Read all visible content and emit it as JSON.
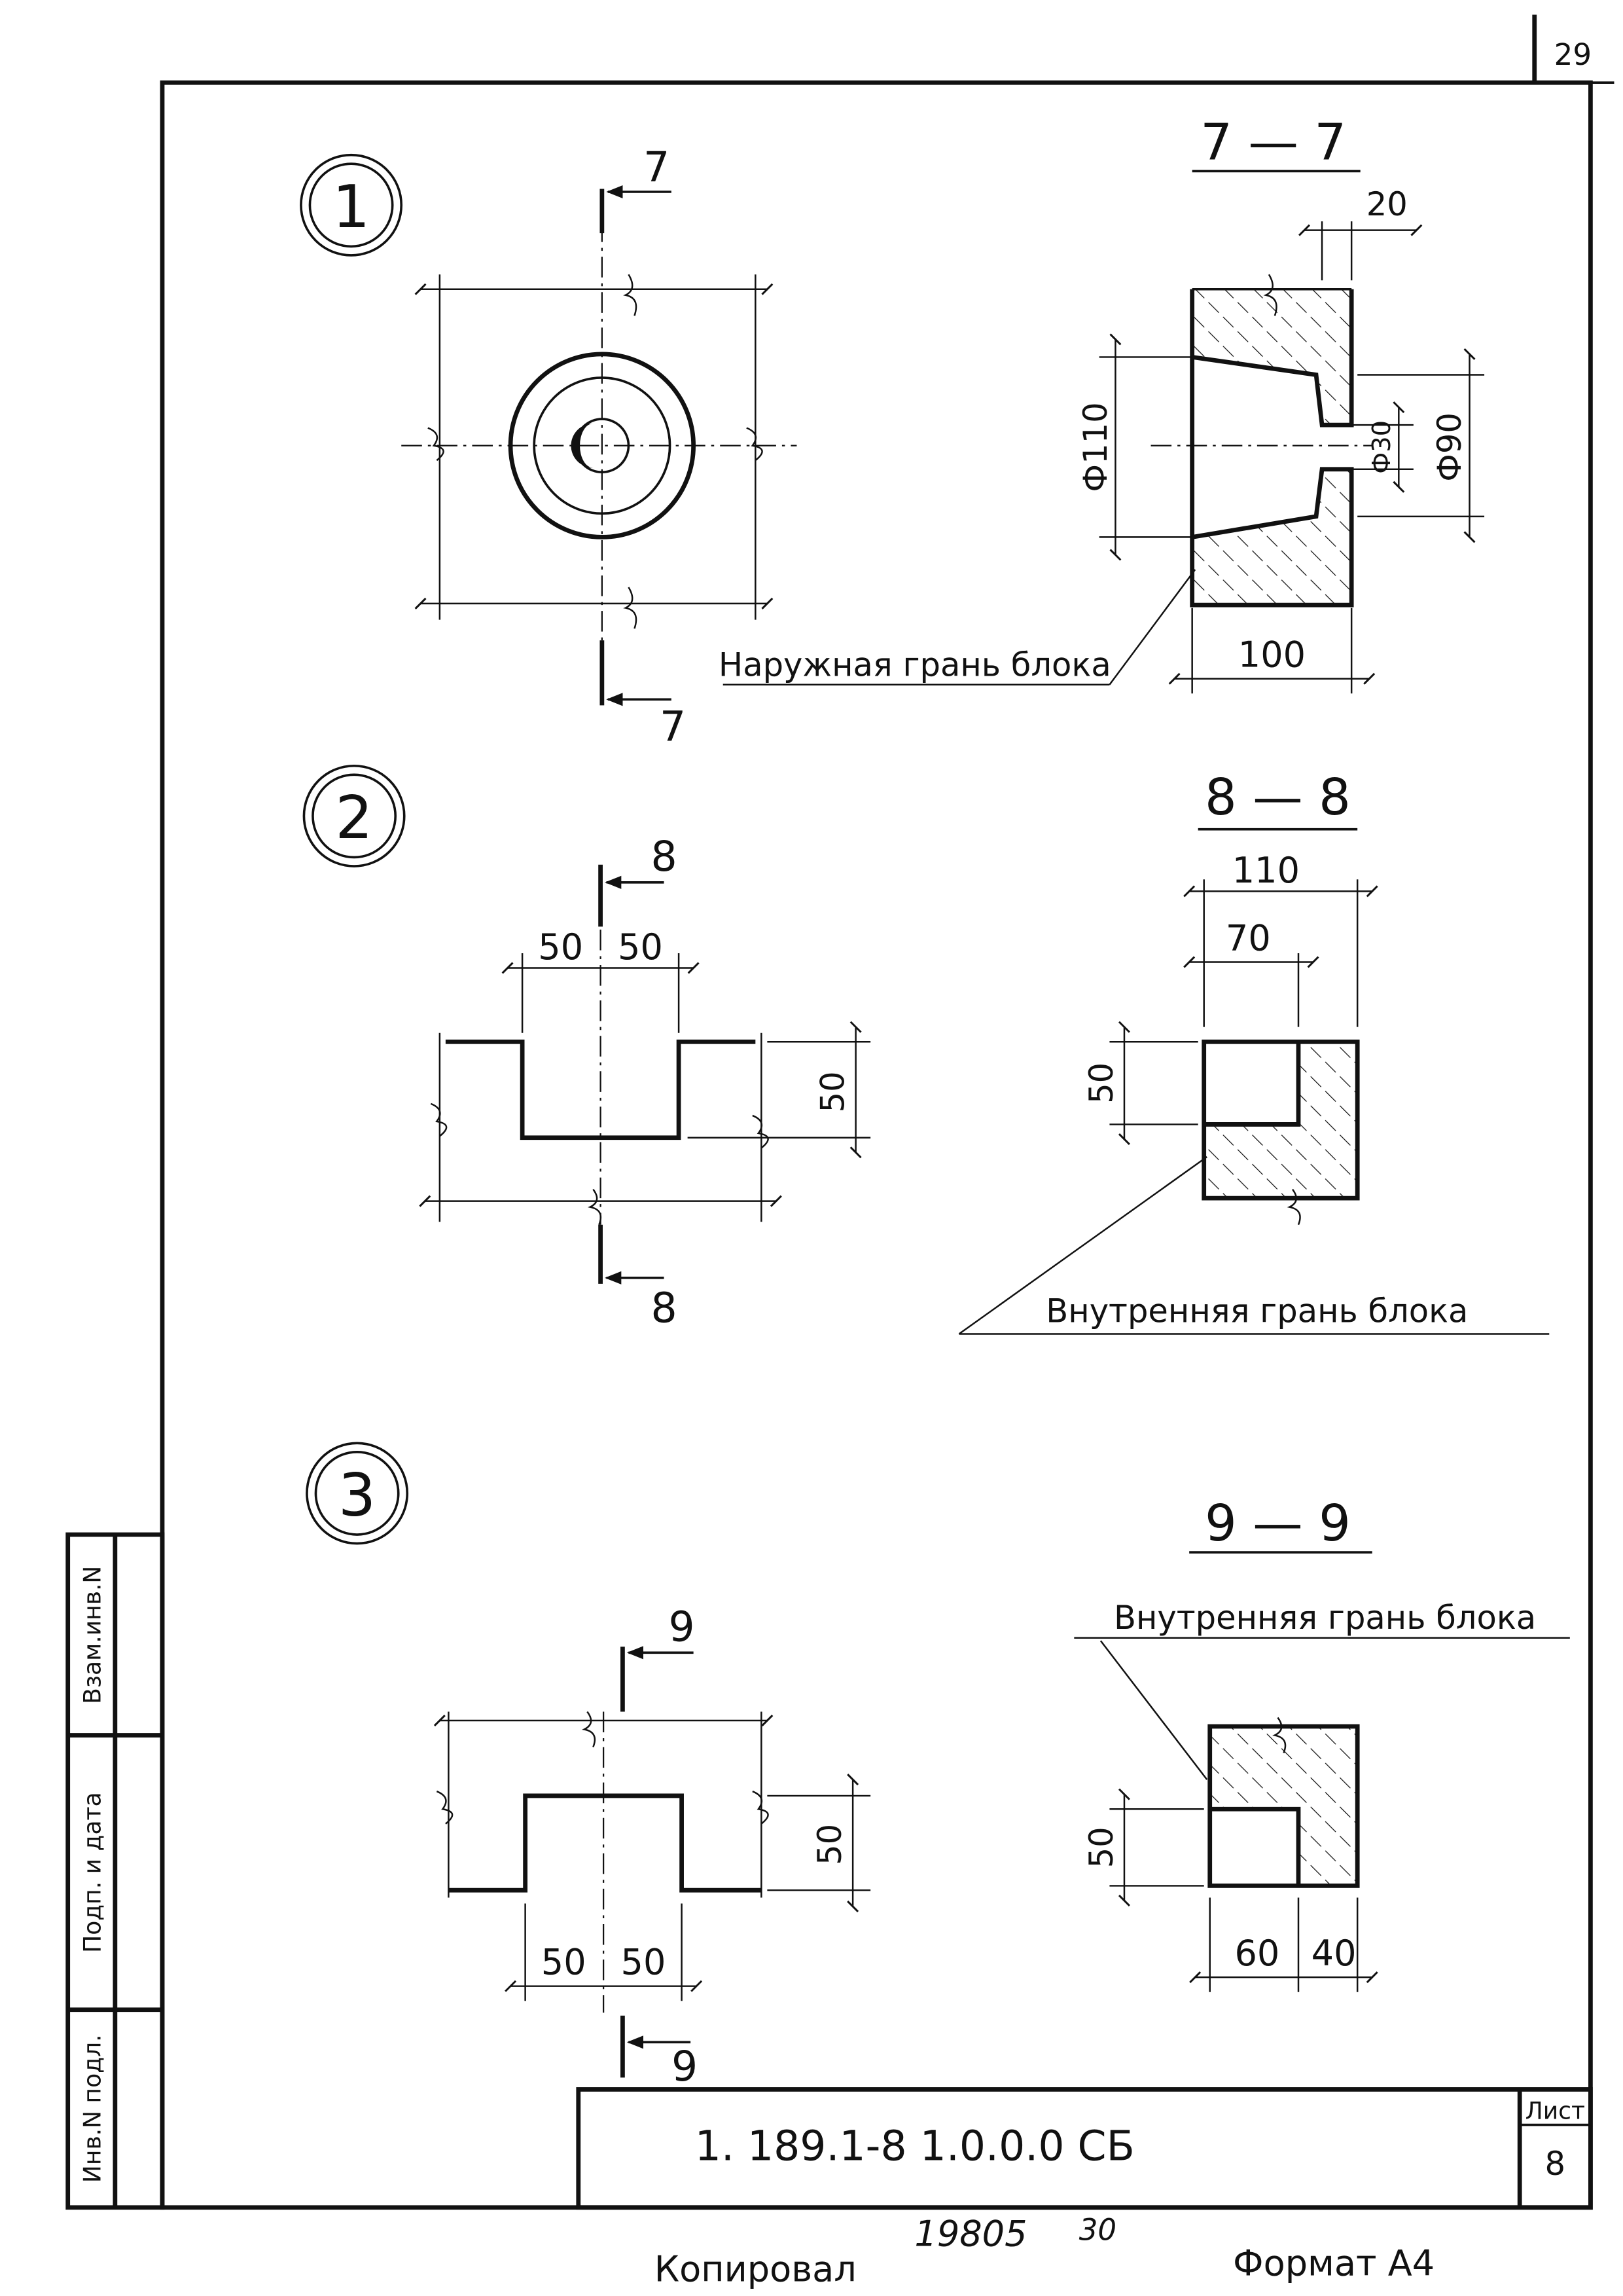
{
  "sheet_number": "29",
  "details": [
    {
      "marker": "1",
      "section_label": "7",
      "section_title": "7 — 7",
      "dims": {
        "top": "20",
        "diameter_outer": "Ф110",
        "diameter_mid": "Ф90",
        "diameter_hole": "Ф30",
        "width": "100"
      },
      "callout": "Наружная грань блока"
    },
    {
      "marker": "2",
      "section_label": "8",
      "section_title": "8 — 8",
      "dims": {
        "left": "50",
        "right": "50",
        "height": "50",
        "section_width": "110",
        "section_inner": "70",
        "section_height": "50"
      },
      "callout": "Внутренняя грань блока"
    },
    {
      "marker": "3",
      "section_label": "9",
      "section_title": "9 — 9",
      "dims": {
        "left": "50",
        "right": "50",
        "height": "50",
        "section_height": "50",
        "section_a": "60",
        "section_b": "40"
      },
      "callout": "Внутренняя грань блока"
    }
  ],
  "side_stamp": [
    "Инв.N подл.",
    "Подп. и дата",
    "Взам.инв.N"
  ],
  "title_block": {
    "code": "1. 189.1-8   1.0.0.0 СБ",
    "sheet_label": "Лист",
    "sheet_value": "8"
  },
  "footer": {
    "copied_label": "Копировал",
    "order_number": "19805",
    "order_suffix": "30",
    "format_label": "Формат А4"
  }
}
